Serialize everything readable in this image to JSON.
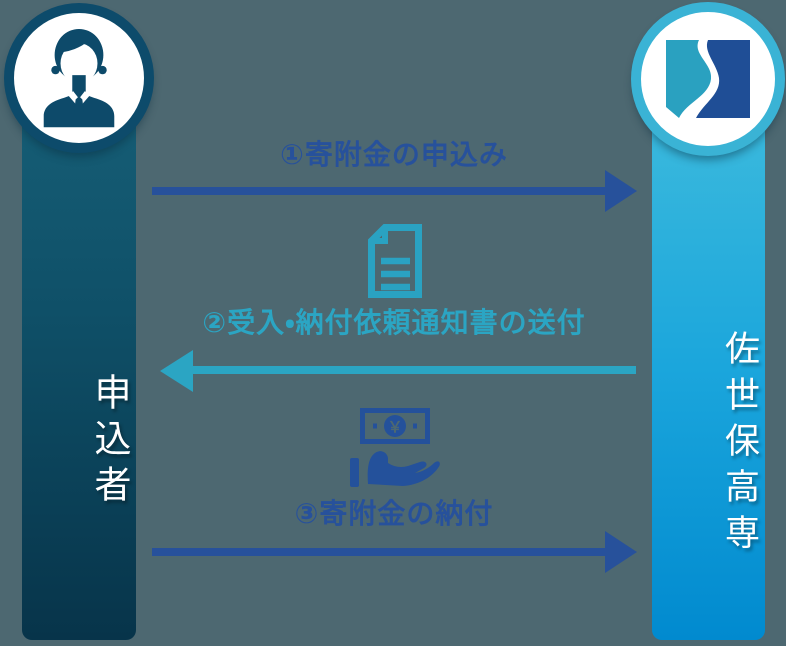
{
  "diagram": {
    "left_entity": {
      "label": "申込者",
      "role": "sender-of-application"
    },
    "right_entity": {
      "label": "佐世保高専",
      "role": "receiver-institution"
    },
    "flows": [
      {
        "step_label": "①寄附金の申込み",
        "direction": "right",
        "color": "#27519b",
        "icon": null
      },
      {
        "step_label": "②受入・納付依頼通知書の送付",
        "direction": "left",
        "color": "#2ba5c3",
        "icon": "document-icon"
      },
      {
        "step_label": "③寄附金の納付",
        "direction": "right",
        "color": "#27519b",
        "icon": "money-in-hand-icon"
      }
    ],
    "icons": {
      "left_avatar": "businessman-icon",
      "right_logo": "sasebo-kosen-logo-icon",
      "yen_symbol": "￥"
    },
    "colors": {
      "background": "#4d6871",
      "left_bar_top": "#176078",
      "left_bar_bottom": "#07344a",
      "right_bar_top": "#41bddd",
      "right_bar_bottom": "#018acf",
      "left_ring": "#0d4b6b",
      "right_ring": "#3ab3d5",
      "arrow_dark": "#27519b",
      "arrow_teal": "#2ba5c3",
      "logo_teal": "#2aa1c0",
      "logo_navy": "#1f4e96",
      "text_white": "#ffffff"
    }
  }
}
